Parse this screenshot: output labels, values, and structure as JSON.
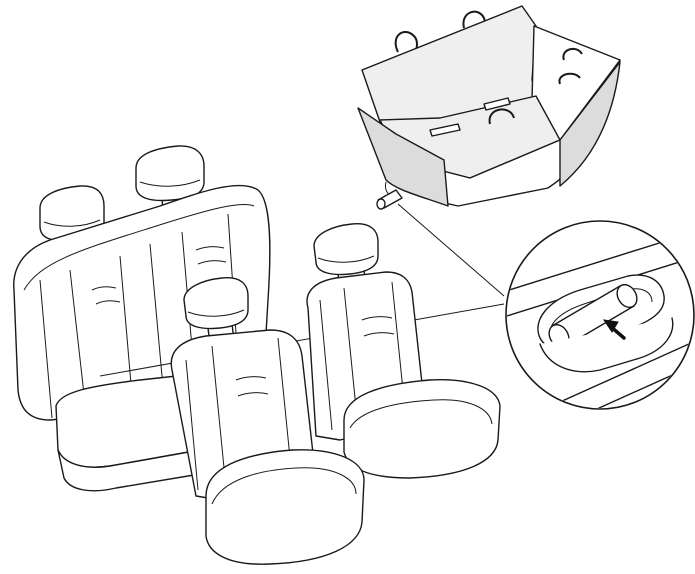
{
  "figure": {
    "labels": [],
    "colors": {
      "line": "#1a1a1a",
      "background": "#ffffff",
      "cover_inner": "#efefef",
      "cover_shade": "#dcdcdc",
      "arrow": "#111111"
    },
    "parts": [
      "rear-bench-seat",
      "front-left-seat",
      "front-right-seat",
      "seat-cover-hammock",
      "anchor-tube",
      "detail-magnifier",
      "arrow-icon"
    ]
  }
}
